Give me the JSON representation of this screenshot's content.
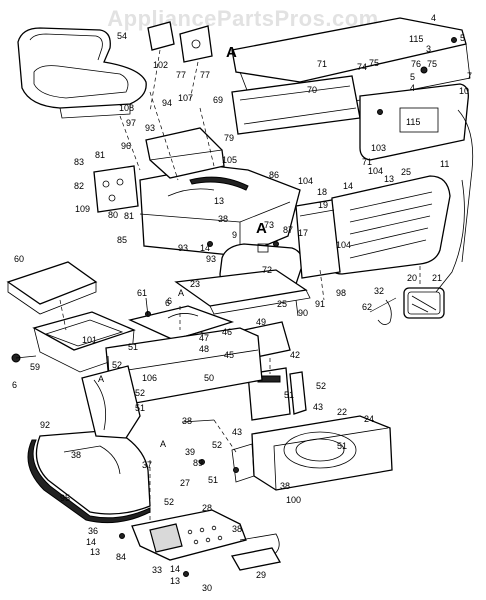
{
  "watermark": "AppliancePartsPros.com",
  "callouts": [
    "54",
    "102",
    "77",
    "77",
    "4",
    "5",
    "115",
    "3",
    "5",
    "4",
    "7",
    "76",
    "75",
    "75",
    "74",
    "71",
    "70",
    "69",
    "10",
    "108",
    "94",
    "107",
    "97",
    "93",
    "96",
    "79",
    "115",
    "11",
    "103",
    "71",
    "104",
    "13",
    "25",
    "81",
    "83",
    "82",
    "109",
    "81",
    "80",
    "105",
    "86",
    "13",
    "38",
    "104",
    "18",
    "19",
    "14",
    "85",
    "87",
    "73",
    "17",
    "93",
    "14",
    "9",
    "93",
    "72",
    "104",
    "60",
    "23",
    "61",
    "6",
    "25",
    "91",
    "98",
    "20",
    "21",
    "90",
    "32",
    "62",
    "49",
    "47",
    "48",
    "46",
    "6",
    "101",
    "51",
    "45",
    "42",
    "59",
    "52",
    "106",
    "50",
    "52",
    "51",
    "6",
    "52",
    "43",
    "51",
    "92",
    "38",
    "38",
    "39",
    "43",
    "22",
    "24",
    "37",
    "89",
    "52",
    "38",
    "51",
    "51",
    "100",
    "95",
    "52",
    "28",
    "27",
    "36",
    "14",
    "13",
    "84",
    "38",
    "33",
    "14",
    "13",
    "30",
    "29",
    "A",
    "A",
    "A",
    "A",
    "A"
  ]
}
